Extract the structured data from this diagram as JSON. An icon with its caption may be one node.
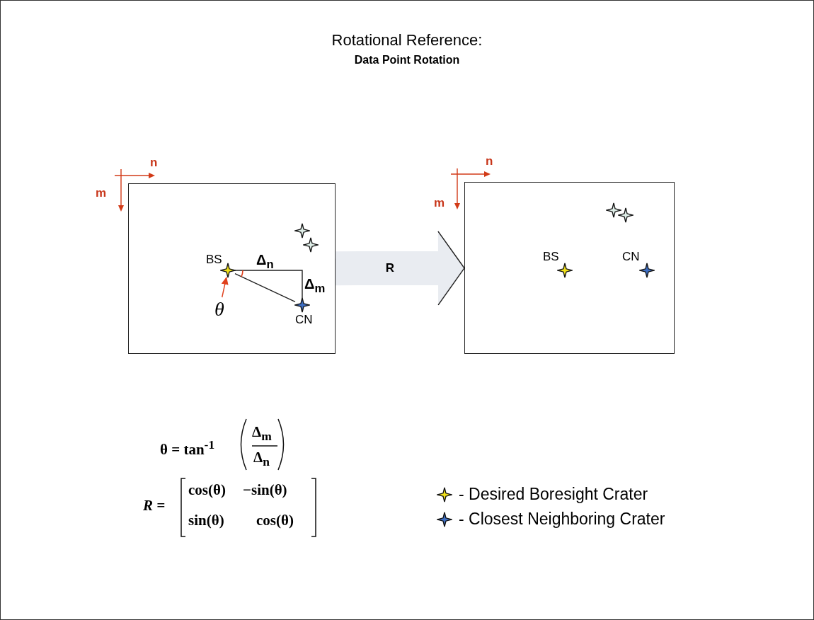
{
  "diagram": {
    "title": "Rotational Reference:",
    "nodes": [
      {
        "text": [],
        "shape": "box"
      },
      {
        "text": [],
        "shape": "box"
      },
      {
        "text": [],
        "shape": "star",
        "in": 0,
        "beside": [
          "BS"
        ]
      },
      {
        "text": [],
        "shape": "star",
        "in": 0,
        "beside": [
          "CN"
        ]
      },
      {
        "text": [],
        "shape": "star",
        "in": 0
      },
      {
        "text": [],
        "shape": "star",
        "in": 0
      },
      {
        "text": [
          "θ"
        ],
        "in": 0
      },
      {
        "text": [],
        "shape": "star",
        "in": 1,
        "beside": [
          "BS"
        ]
      },
      {
        "text": [],
        "shape": "star",
        "in": 1,
        "beside": [
          "CN"
        ]
      },
      {
        "text": [],
        "shape": "star",
        "in": 1
      },
      {
        "text": [],
        "shape": "star",
        "in": 1
      }
    ],
    "edges": [
      {
        "from": 0,
        "to": 1,
        "arrow": "to",
        "label": "R",
        "style": "thick"
      },
      {
        "from": 2,
        "to": 3,
        "arrow": "none",
        "color": "#222222"
      },
      {
        "from": 6,
        "to": 2,
        "arrow": "to",
        "color": "#e0401c"
      }
    ],
    "labels": [
      "Data Point Rotation",
      "n",
      "m",
      "Δ$_{n}$",
      "Δ$_{m}$",
      "n",
      "m",
      "θ = tan$^{-1}$",
      "Δ$_{m}$",
      "Δ$_{n}$",
      "R =",
      "cos(θ)",
      "−sin(θ)",
      "sin(θ)",
      "cos(θ)"
    ],
    "legend": [
      {
        "text": "- Desired Boresight Crater"
      },
      {
        "text": "- Closest Neighboring Crater"
      }
    ]
  }
}
